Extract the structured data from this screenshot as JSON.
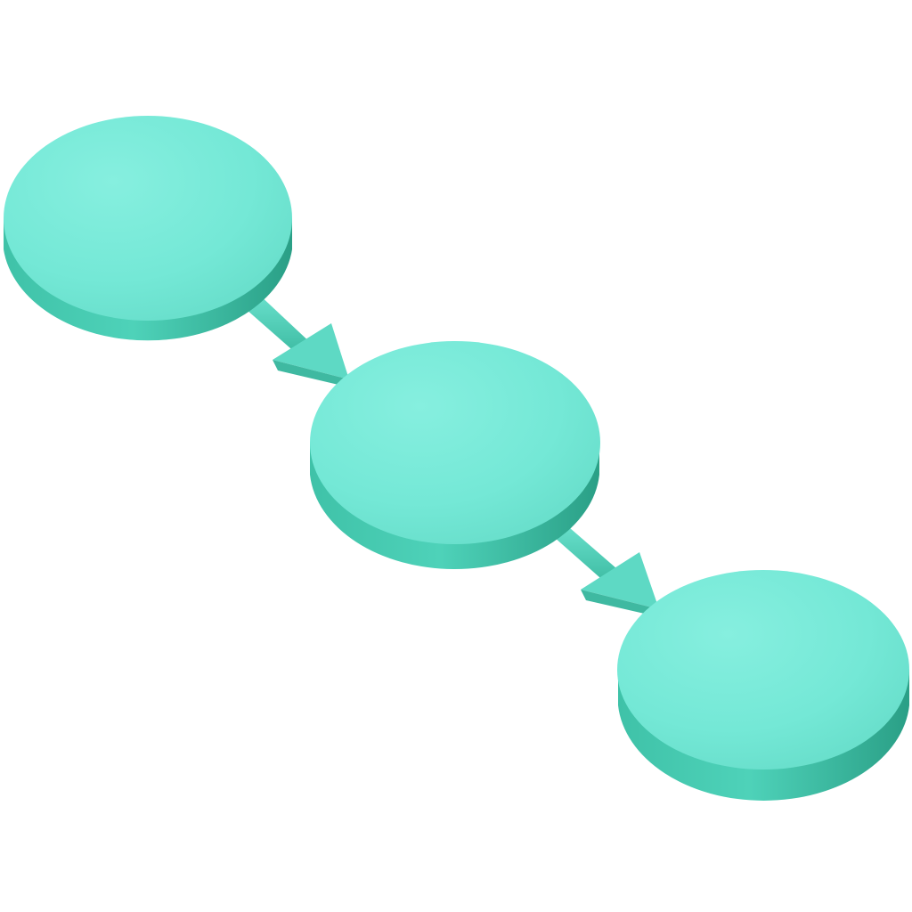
{
  "diagram": {
    "type": "flow",
    "nodes": [
      {
        "id": "node-1",
        "label": ""
      },
      {
        "id": "node-2",
        "label": ""
      },
      {
        "id": "node-3",
        "label": ""
      }
    ],
    "edges": [
      {
        "from": "node-1",
        "to": "node-2"
      },
      {
        "from": "node-2",
        "to": "node-3"
      }
    ],
    "colors": {
      "top_face": "#74E8D6",
      "top_face_highlight": "#8AF0E0",
      "side_face": "#45C9B0",
      "side_face_shadow": "#2FA98F",
      "arrow": "#5AD8C2",
      "arrow_shadow": "#3CB8A0",
      "background": "#FFFFFF"
    }
  }
}
